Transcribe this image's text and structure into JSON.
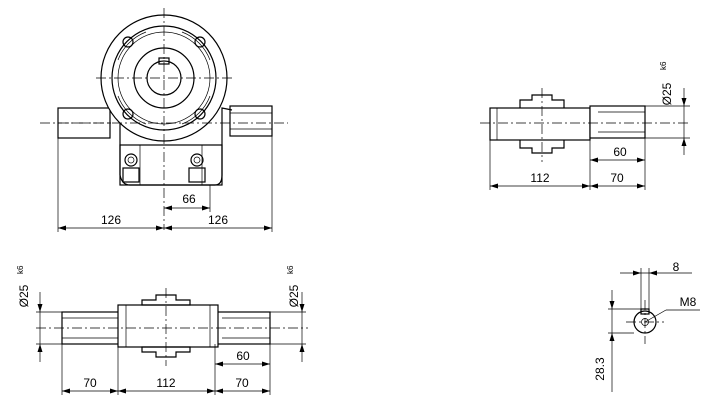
{
  "front_view": {
    "dim_66": "66",
    "dim_126_left": "126",
    "dim_126_right": "126"
  },
  "side_view": {
    "dim_60": "60",
    "dim_112": "112",
    "dim_70": "70",
    "diameter_label": "Ø25",
    "tolerance_label": "k6"
  },
  "top_view": {
    "left_diameter_label": "Ø25",
    "left_tolerance_label": "k6",
    "right_diameter_label": "Ø25",
    "right_tolerance_label": "k6",
    "dim_60": "60",
    "dim_70_left": "70",
    "dim_112": "112",
    "dim_70_right": "70"
  },
  "shaft_end_detail": {
    "dim_8": "8",
    "thread_label": "M8",
    "dim_28_3": "28.3"
  }
}
